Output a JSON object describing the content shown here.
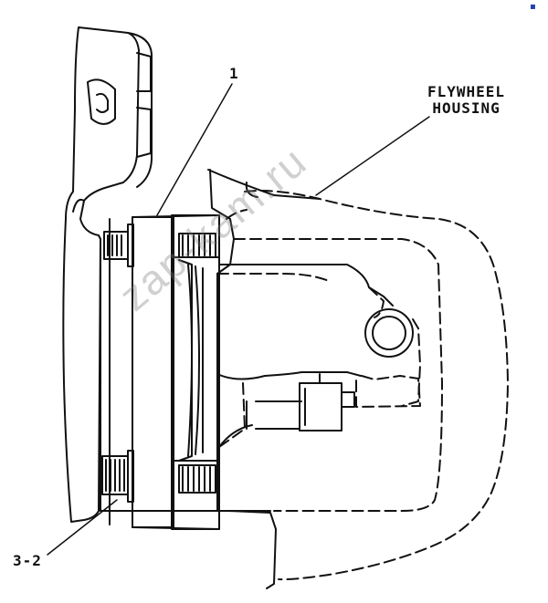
{
  "labels": {
    "part_1": "1",
    "part_3_2": "3-2",
    "flywheel_line1": "FLYWHEEL",
    "flywheel_line2": "HOUSING"
  },
  "watermark": "zap-kam.ru",
  "corner_mark": "▪"
}
